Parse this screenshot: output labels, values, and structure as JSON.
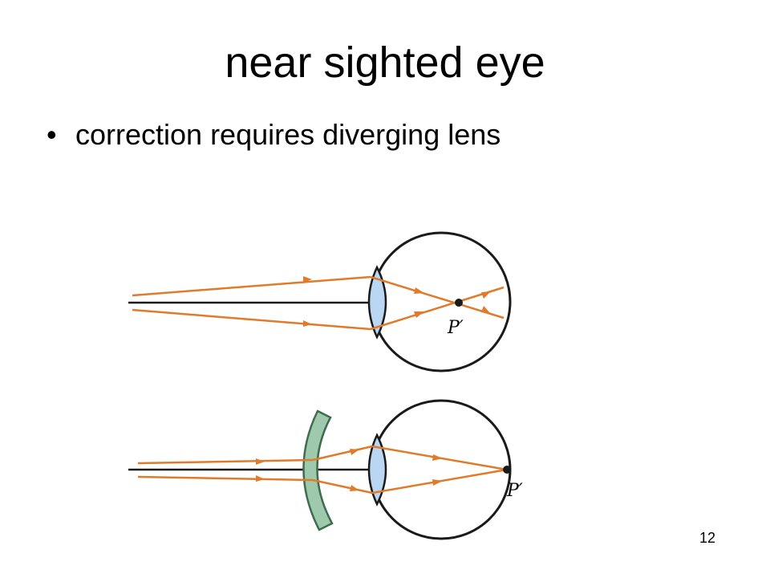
{
  "slide": {
    "title": "near sighted eye",
    "bullets": [
      {
        "text": "correction requires diverging lens"
      }
    ],
    "page_number": "12"
  },
  "diagram": {
    "uncorrected": {
      "focal_point_label": "P′"
    },
    "corrected": {
      "focal_point_label": "P′"
    }
  },
  "colors": {
    "ray": "#e07b2b",
    "eye_outline": "#1a1a1a",
    "eye_lens_fill": "#b9d6f2",
    "corrective_lens_fill": "#9fc9ad",
    "corrective_lens_stroke": "#3f6b4e"
  }
}
